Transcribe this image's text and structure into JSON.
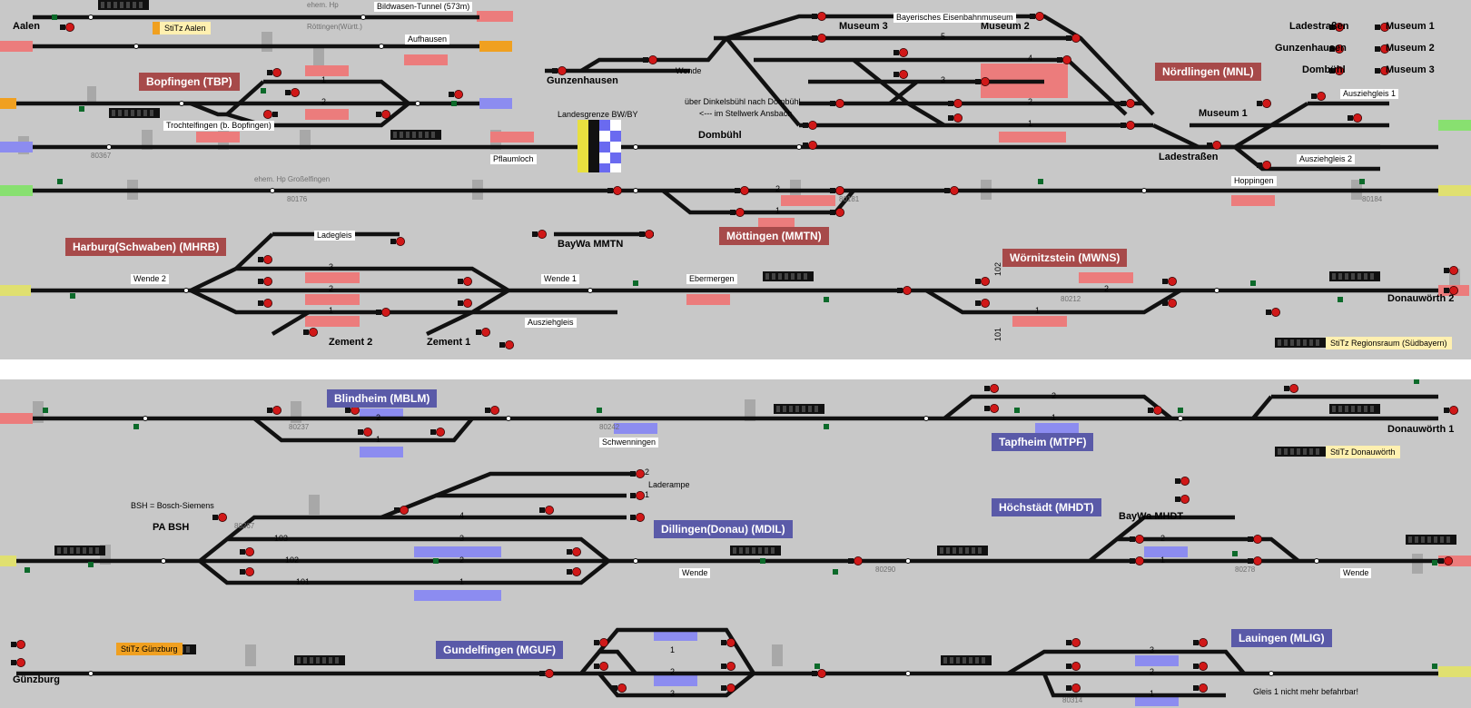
{
  "colors": {
    "background": "#c8c8c8",
    "track": "#111111",
    "signal_red": "#d01818",
    "signal_green": "#0c6a2a",
    "occupied_red": "#ec7c7c",
    "occupied_blue": "#8c8cf0",
    "red_banner": "#a74a4a",
    "blue_banner": "#5a5aa8",
    "orange_tag": "#f0a020"
  },
  "stations_red": [
    {
      "id": "tbp",
      "label": "Bopfingen (TBP)"
    },
    {
      "id": "mnl",
      "label": "Nördlingen (MNL)"
    },
    {
      "id": "mhrb",
      "label": "Harburg(Schwaben) (MHRB)"
    },
    {
      "id": "mmtn",
      "label": "Möttingen (MMTN)"
    },
    {
      "id": "mwns",
      "label": "Wörnitzstein (MWNS)"
    }
  ],
  "stations_blue": [
    {
      "id": "mblm",
      "label": "Blindheim (MBLM)"
    },
    {
      "id": "mtpf",
      "label": "Tapfheim (MTPF)"
    },
    {
      "id": "mhdt",
      "label": "Höchstädt (MHDT)"
    },
    {
      "id": "mdil",
      "label": "Dillingen(Donau) (MDIL)"
    },
    {
      "id": "mguf",
      "label": "Gundelfingen (MGUF)"
    },
    {
      "id": "mlig",
      "label": "Lauingen (MLIG)"
    }
  ],
  "places": [
    "Aalen",
    "Gunzenhausen",
    "Museum 3",
    "Museum 2",
    "Dombühl",
    "Ladestraßen",
    "Museum 1",
    "Gunzenhausen",
    "Dombühl",
    "Museum 1",
    "Museum 2",
    "Museum 3",
    "Ladestraßen",
    "BayWa MMTN",
    "Zement 2",
    "Zement 1",
    "Donauwörth 2",
    "Donauwörth 1",
    "PA BSH",
    "BayWa MHDT",
    "Günzburg"
  ],
  "stitz": {
    "aalen": "StiTz Aalen",
    "sued": "StiTz Regionsraum (Südbayern)",
    "donauwoerth": "StiTz Donauwörth",
    "guenzburg": "StiTz Günzburg"
  },
  "labels": {
    "ehem_hp": "ehem. Hp",
    "tunnel": "Bildwasen-Tunnel (573m)",
    "roettingen": "Röttingen(Württ.)",
    "aufhausen": "Aufhausen",
    "trochtelfingen": "Trochtelfingen (b. Bopfingen)",
    "pflaumloch": "Pflaumloch",
    "landesgrenze": "Landesgrenze BW/BY",
    "bay_museum": "Bayerisches Eisenbahnmuseum",
    "wende": "Wende",
    "dinkelsbuehl": "über Dinkelsbühl nach Dombühl",
    "stellwerk": "<--- im Stellwerk Ansbach",
    "ausziehgleis1": "Ausziehgleis 1",
    "ausziehgleis2": "Ausziehgleis 2",
    "ehem_grosselfingen": "ehem. Hp  Großelfingen",
    "hoppingen": "Hoppingen",
    "ladegleis": "Ladegleis",
    "wende2": "Wende 2",
    "wende1": "Wende 1",
    "ebermergen": "Ebermergen",
    "ausziehgleis": "Ausziehgleis",
    "schwenningen": "Schwenningen",
    "laderampe": "Laderampe",
    "bsh": "BSH = Bosch-Siemens",
    "gleis1_warn": "Gleis 1 nicht mehr befahrbar!",
    "wende_dil": "Wende",
    "wende_hdt": "Wende"
  },
  "track_numbers": {
    "n1": "1",
    "n2": "2",
    "n3": "3",
    "n4": "4",
    "n5": "5",
    "n101": "101",
    "n102": "102",
    "n103": "103"
  },
  "km_markers": {
    "k1": "80367",
    "k2": "80176",
    "k3": "80181",
    "k4": "80184",
    "k5": "80212",
    "k6": "80237",
    "k7": "80242",
    "k8": "80267",
    "k9": "80278",
    "k10": "80290",
    "k11": "80314"
  },
  "signal_numbers": {
    "s101": "101",
    "s102": "102"
  }
}
